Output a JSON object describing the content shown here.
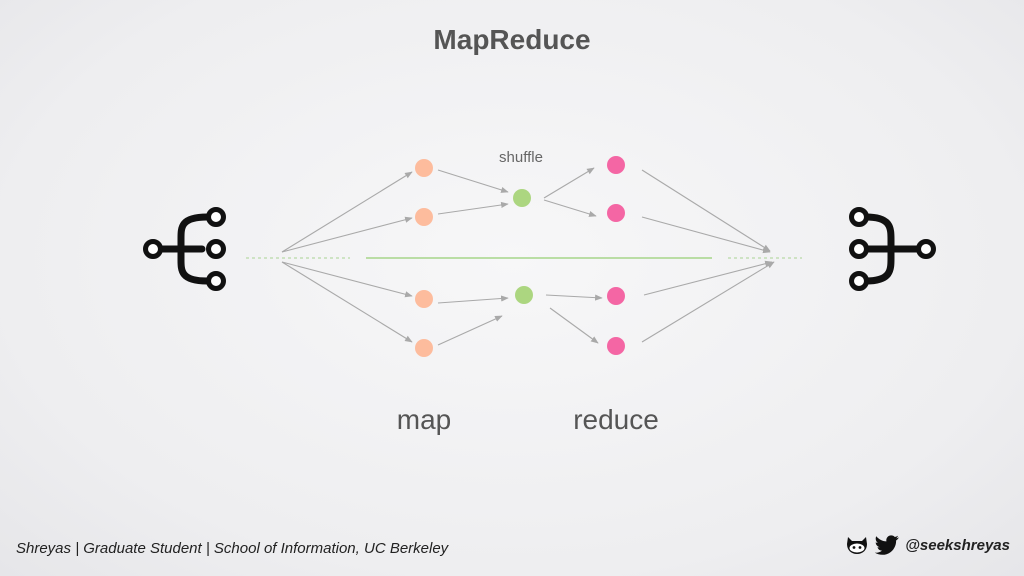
{
  "slide": {
    "title": "MapReduce",
    "shuffle_label": "shuffle",
    "map_label": "map",
    "reduce_label": "reduce"
  },
  "footer": {
    "credit": "Shreyas | Graduate Student | School of Information, UC Berkeley",
    "handle": "@seekshreyas"
  },
  "icons": {
    "split": "fork-split-icon",
    "merge": "fork-merge-icon",
    "github": "github-octocat-icon",
    "twitter": "twitter-bird-icon"
  },
  "colors": {
    "map_node": "#fdbc9d",
    "shuffle_node": "#acd680",
    "reduce_node": "#f466a4",
    "divider": "#a6d58a",
    "arrow": "#a9a9a9",
    "dashed": "#b8d9a6"
  }
}
